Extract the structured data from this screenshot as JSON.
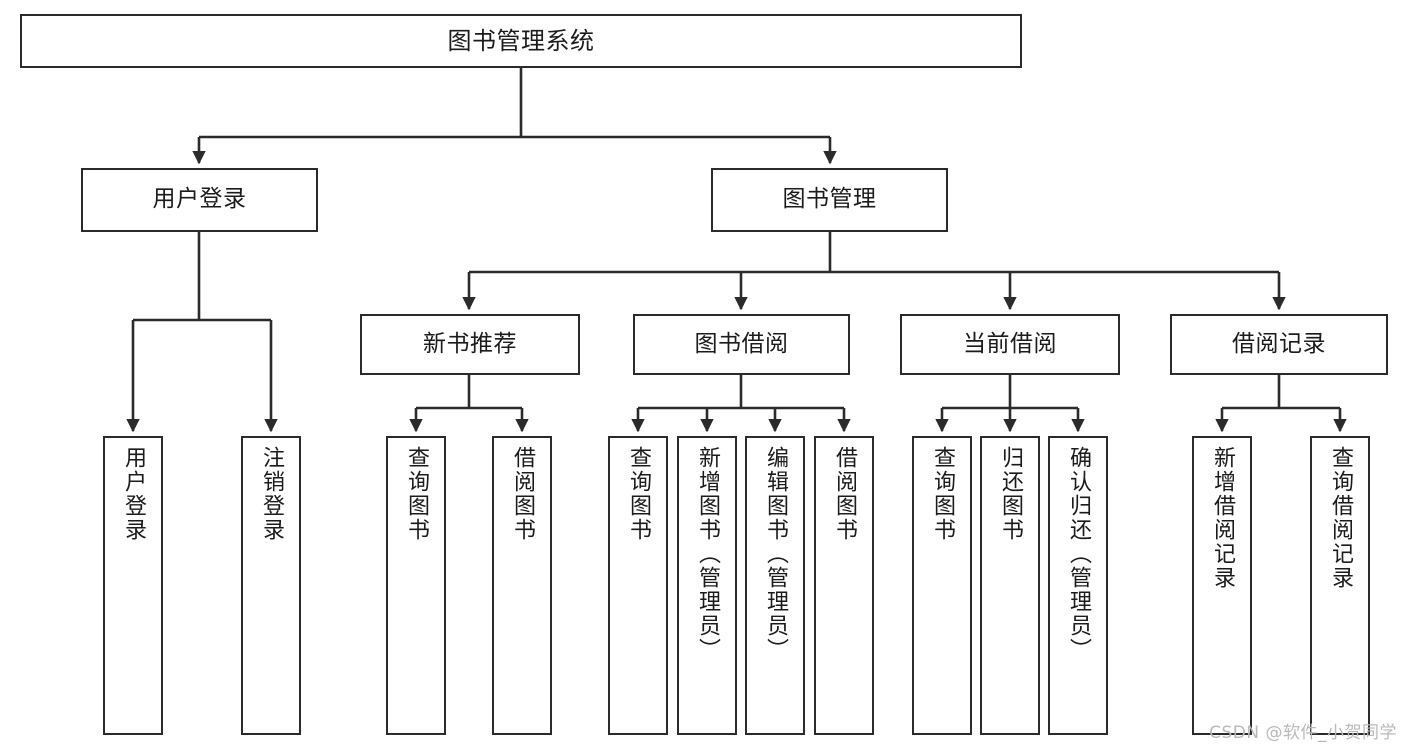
{
  "diagram": {
    "type": "tree-hierarchy",
    "title": "图书管理系统",
    "watermark": "CSDN @软件_小贺同学",
    "colors": {
      "box_border": "#2b2b2b",
      "box_fill": "#ffffff",
      "connector": "#2b2b2b",
      "text": "#1b1b1b",
      "watermark": "#b9b9b9"
    },
    "nodes": {
      "root": {
        "label": "图书管理系统"
      },
      "level1": [
        {
          "id": "user-login",
          "label": "用户登录"
        },
        {
          "id": "book-manage",
          "label": "图书管理"
        }
      ],
      "level2": [
        {
          "id": "new-book-recommend",
          "label": "新书推荐"
        },
        {
          "id": "book-borrow",
          "label": "图书借阅"
        },
        {
          "id": "current-borrow",
          "label": "当前借阅"
        },
        {
          "id": "borrow-record",
          "label": "借阅记录"
        }
      ],
      "leaves": {
        "user-login": [
          {
            "id": "leaf-user-login",
            "label": "用户登录"
          },
          {
            "id": "leaf-logout",
            "label": "注销登录"
          }
        ],
        "new-book-recommend": [
          {
            "id": "leaf-query-book-1",
            "label": "查询图书"
          },
          {
            "id": "leaf-borrow-book-1",
            "label": "借阅图书"
          }
        ],
        "book-borrow": [
          {
            "id": "leaf-query-book-2",
            "label": "查询图书"
          },
          {
            "id": "leaf-add-book",
            "label": "新增图书（管理员）"
          },
          {
            "id": "leaf-edit-book",
            "label": "编辑图书（管理员）"
          },
          {
            "id": "leaf-borrow-book-2",
            "label": "借阅图书"
          }
        ],
        "current-borrow": [
          {
            "id": "leaf-query-book-3",
            "label": "查询图书"
          },
          {
            "id": "leaf-return-book",
            "label": "归还图书"
          },
          {
            "id": "leaf-confirm-return",
            "label": "确认归还（管理员）"
          }
        ],
        "borrow-record": [
          {
            "id": "leaf-add-record",
            "label": "新增借阅记录"
          },
          {
            "id": "leaf-query-record",
            "label": "查询借阅记录"
          }
        ]
      }
    }
  }
}
